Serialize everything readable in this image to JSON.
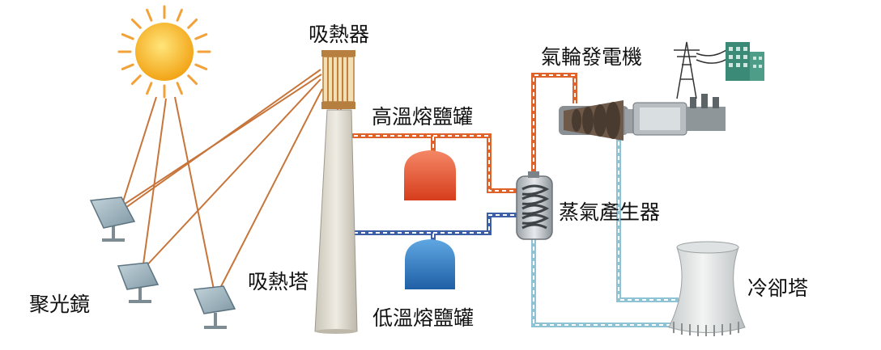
{
  "labels": {
    "receiver": "吸熱器",
    "hot_tank": "高溫熔鹽罐",
    "turbine_generator": "氣輪發電機",
    "steam_generator": "蒸氣產生器",
    "tower": "吸熱塔",
    "cold_tank": "低溫熔鹽罐",
    "heliostats": "聚光鏡",
    "cooling_tower": "冷卻塔"
  },
  "colors": {
    "sun": "#f7b21e",
    "sun_ray": "#f2a23a",
    "light_beam": "#c7753a",
    "hot_salt_line": "#e0622b",
    "cold_salt_line": "#3c5fa8",
    "water_line": "#8ec3d6",
    "hot_tank": "#e5552b",
    "cold_tank": "#2f7fc4",
    "tower": "#d8d5cc",
    "receiver": "#f1d49a",
    "panel": "#9fb4bf",
    "cooling_tower": "#e6e8e8",
    "building": "#3b8a77"
  }
}
